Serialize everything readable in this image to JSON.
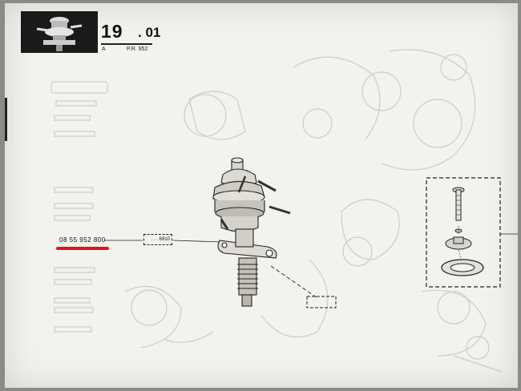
{
  "header": {
    "section_number": "19",
    "section_sub": ". 01",
    "label_a": "A",
    "label_pr": "P.R. 952",
    "thumbnail_icon": "fuel-pump-icon"
  },
  "callout": {
    "part_number": "08 55 952 800",
    "ref_code": ". . . 6910",
    "highlight_color": "#e0141e"
  },
  "diagram": {
    "main_part_icon": "fuel-pump-assembly-icon",
    "kit_icon": "fastener-kit-icon",
    "empty_ref_box": ""
  }
}
